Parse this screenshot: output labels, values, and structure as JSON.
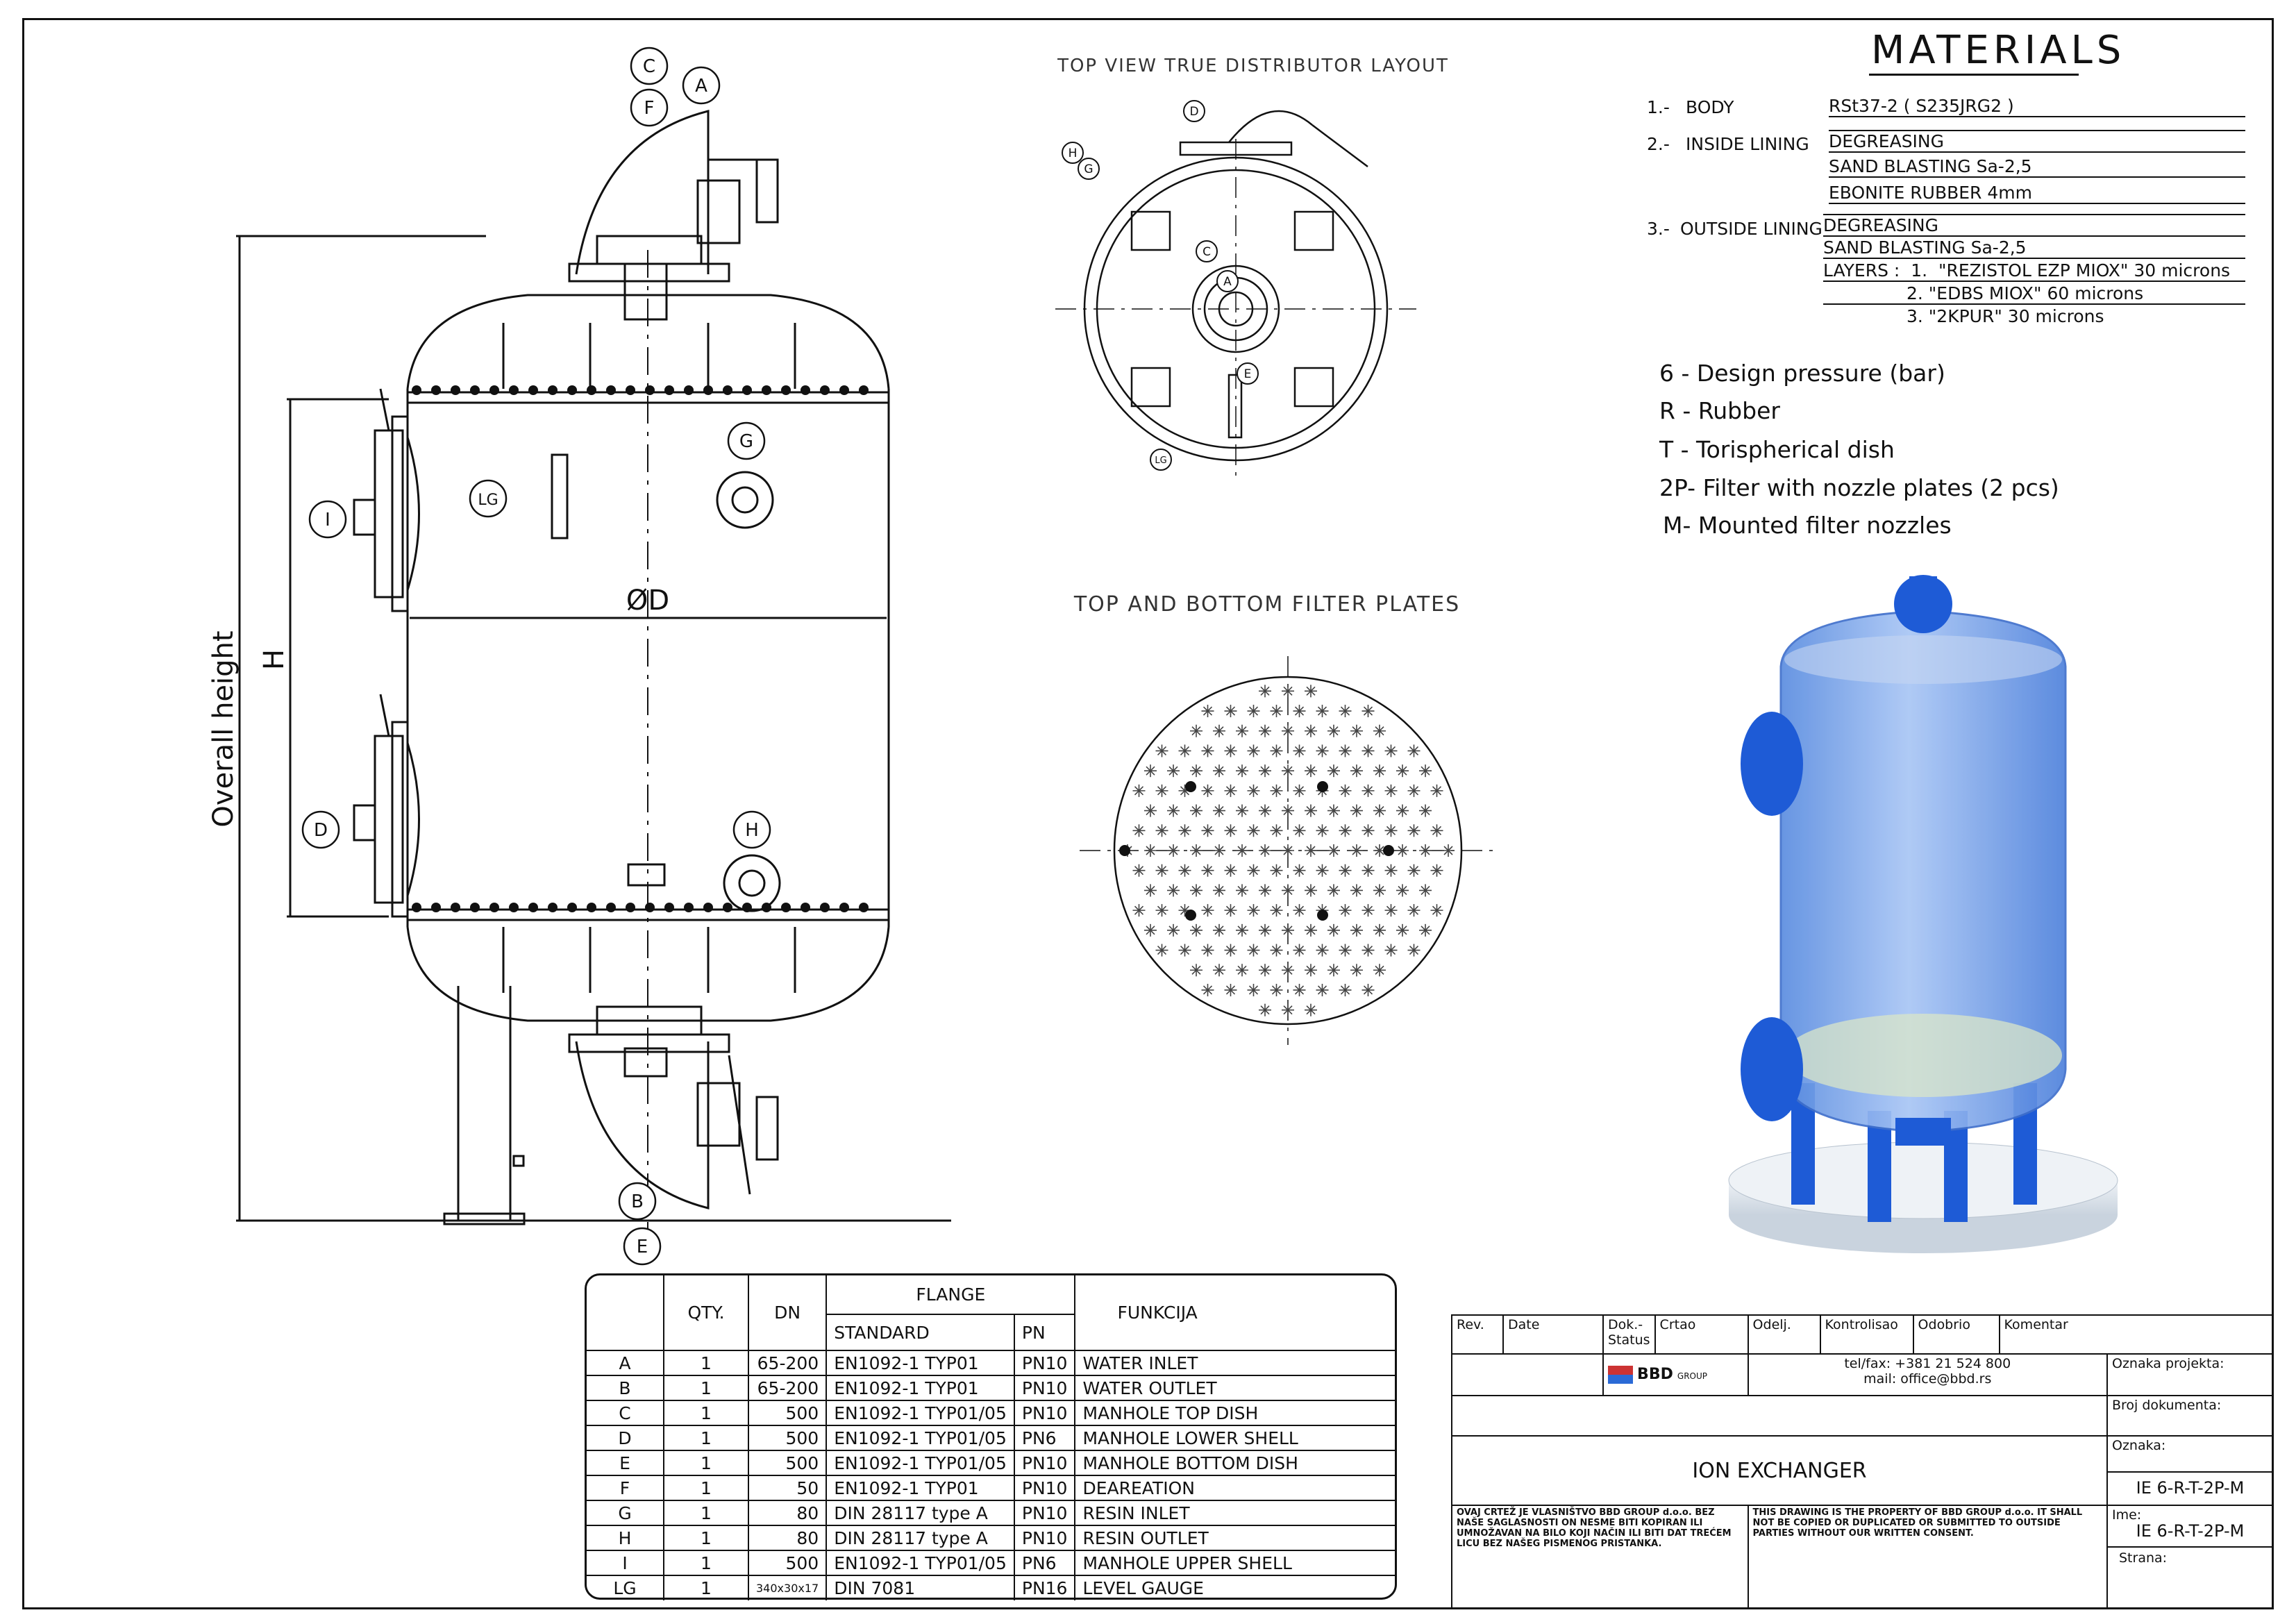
{
  "materials": {
    "title": "MATERIALS",
    "rows": [
      {
        "num": "1.-",
        "label": "BODY",
        "lines": [
          "RSt37-2 ( S235JRG2 )"
        ]
      },
      {
        "num": "2.-",
        "label": "INSIDE LINING",
        "lines": [
          "DEGREASING",
          "SAND BLASTING Sa-2,5",
          "EBONITE RUBBER 4mm"
        ]
      },
      {
        "num": "3.-",
        "label": "OUTSIDE LINING",
        "lines": [
          "DEGREASING",
          "SAND BLASTING Sa-2,5",
          "LAYERS :  1.  \"REZISTOL EZP MIOX\" 30 microns",
          "2. \"EDBS MIOX\" 60 microns",
          "3. \"2KPUR\" 30 microns"
        ]
      }
    ]
  },
  "legend": [
    "6 - Design pressure (bar)",
    "R - Rubber",
    "T - Torispherical dish",
    "2P- Filter with nozzle plates (2 pcs)",
    "M- Mounted filter nozzles"
  ],
  "views": {
    "top_view_title": "TOP VIEW TRUE DISTRIBUTOR LAYOUT",
    "plates_title": "TOP AND BOTTOM FILTER PLATES"
  },
  "elevation": {
    "overall_height": "Overall height",
    "h": "H",
    "diameter": "ØD",
    "nozzles": [
      "C",
      "F",
      "A",
      "I",
      "D",
      "LG",
      "G",
      "H",
      "B",
      "E"
    ]
  },
  "topview_labels": [
    "D",
    "H",
    "G",
    "C",
    "A",
    "E",
    "LG"
  ],
  "flange_table": {
    "headers": {
      "qty": "QTY.",
      "dn": "DN",
      "flange": "FLANGE",
      "standard": "STANDARD",
      "pn": "PN",
      "funkcija": "FUNKCIJA"
    },
    "rows": [
      {
        "id": "A",
        "qty": "1",
        "dn": "65-200",
        "standard": "EN1092-1 TYP01",
        "pn": "PN10",
        "func": "WATER INLET"
      },
      {
        "id": "B",
        "qty": "1",
        "dn": "65-200",
        "standard": "EN1092-1 TYP01",
        "pn": "PN10",
        "func": "WATER OUTLET"
      },
      {
        "id": "C",
        "qty": "1",
        "dn": "500",
        "standard": "EN1092-1 TYP01/05",
        "pn": "PN10",
        "func": "MANHOLE TOP DISH"
      },
      {
        "id": "D",
        "qty": "1",
        "dn": "500",
        "standard": "EN1092-1 TYP01/05",
        "pn": "PN6",
        "func": "MANHOLE LOWER SHELL"
      },
      {
        "id": "E",
        "qty": "1",
        "dn": "500",
        "standard": "EN1092-1 TYP01/05",
        "pn": "PN10",
        "func": "MANHOLE BOTTOM DISH"
      },
      {
        "id": "F",
        "qty": "1",
        "dn": "50",
        "standard": "EN1092-1 TYP01",
        "pn": "PN10",
        "func": "DEAREATION"
      },
      {
        "id": "G",
        "qty": "1",
        "dn": "80",
        "standard": "DIN 28117 type A",
        "pn": "PN10",
        "func": "RESIN INLET"
      },
      {
        "id": "H",
        "qty": "1",
        "dn": "80",
        "standard": "DIN 28117 type A",
        "pn": "PN10",
        "func": "RESIN OUTLET"
      },
      {
        "id": "I",
        "qty": "1",
        "dn": "500",
        "standard": "EN1092-1 TYP01/05",
        "pn": "PN6",
        "func": "MANHOLE UPPER SHELL"
      },
      {
        "id": "LG",
        "qty": "1",
        "dn": "340x30x17",
        "standard": "DIN 7081",
        "pn": "PN16",
        "func": "LEVEL GAUGE"
      }
    ]
  },
  "title_block": {
    "headers": [
      "Rev.",
      "Date",
      "Dok.-Status",
      "Crtao",
      "Odelj.",
      "Kontrolisao",
      "Odobrio",
      "Komentar"
    ],
    "company": "BBD",
    "company_sub": "GROUP",
    "tel": "tel/fax: +381 21 524 800",
    "mail": "mail: office@bbd.rs",
    "oznaka_projekta": "Oznaka projekta:",
    "broj_dokumenta": "Broj dokumenta:",
    "oznaka": "Oznaka:",
    "oznaka_value": "IE 6-R-T-2P-M",
    "ime": "Ime:",
    "ime_value": "IE 6-R-T-2P-M",
    "strana": "Strana:",
    "drawing_title": "ION EXCHANGER",
    "notice_sr": "OVAJ CRTEŽ JE VLASNIŠTVO BBD GROUP d.o.o. BEZ NAŠE SAGLASNOSTI ON NESME BITI KOPIRAN ILI UMNOŽAVAN NA BILO KOJI NAČIN ILI BITI DAT TREĆEM LICU BEZ NAŠEG PISMENOG PRISTANKA.",
    "notice_en": "THIS DRAWING IS THE PROPERTY OF BBD GROUP d.o.o. IT SHALL NOT BE COPIED OR DUPLICATED OR SUBMITTED TO OUTSIDE PARTIES WITHOUT OUR WRITTEN CONSENT."
  },
  "colors": {
    "line": "#111111",
    "tank": "#6f9fe8",
    "tank_dark": "#1e5bd6",
    "base": "#dfe6ee"
  }
}
